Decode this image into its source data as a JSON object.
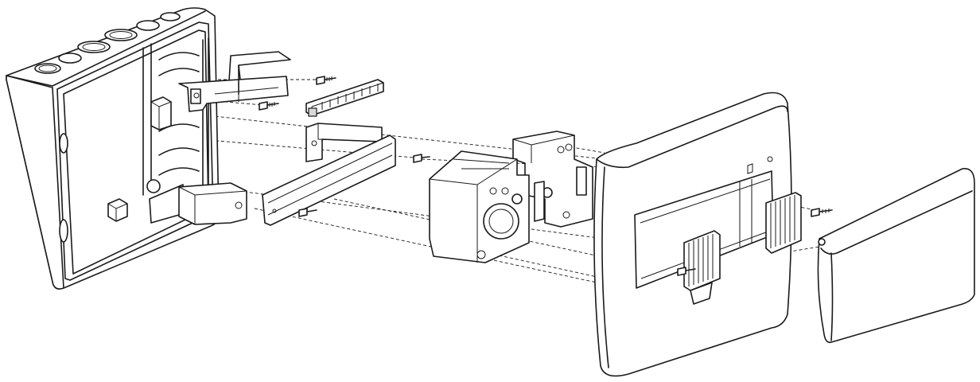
{
  "diagram": {
    "kind": "exploded-assembly-view",
    "background": "#ffffff",
    "line_color": "#1a1a1a",
    "parts": [
      "enclosure-box",
      "din-rail-bracket-top",
      "terminal-block",
      "din-rail",
      "rail-spacer",
      "circuit-breaker-group",
      "front-cover-frame",
      "hinged-door",
      "blanking-strip-left",
      "blanking-strip-right",
      "screws"
    ]
  }
}
